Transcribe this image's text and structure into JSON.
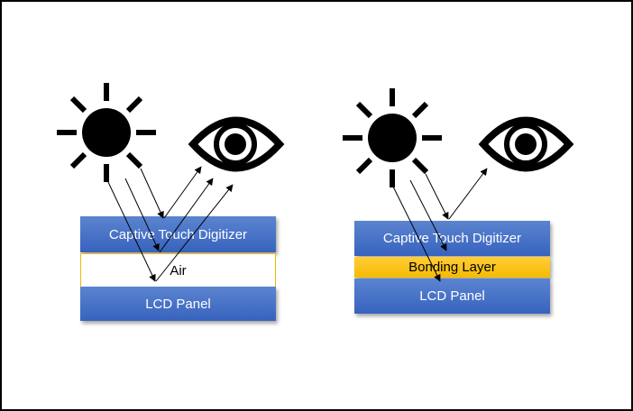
{
  "left_diagram": {
    "digitizer_label": "Captive Touch Digitizer",
    "gap_label": "Air",
    "panel_label": "LCD Panel"
  },
  "right_diagram": {
    "digitizer_label": "Captive Touch Digitizer",
    "gap_label": "Bonding Layer",
    "panel_label": "LCD Panel"
  },
  "colors": {
    "layer_blue": "#4472c4",
    "bonding_yellow": "#ffc000"
  }
}
